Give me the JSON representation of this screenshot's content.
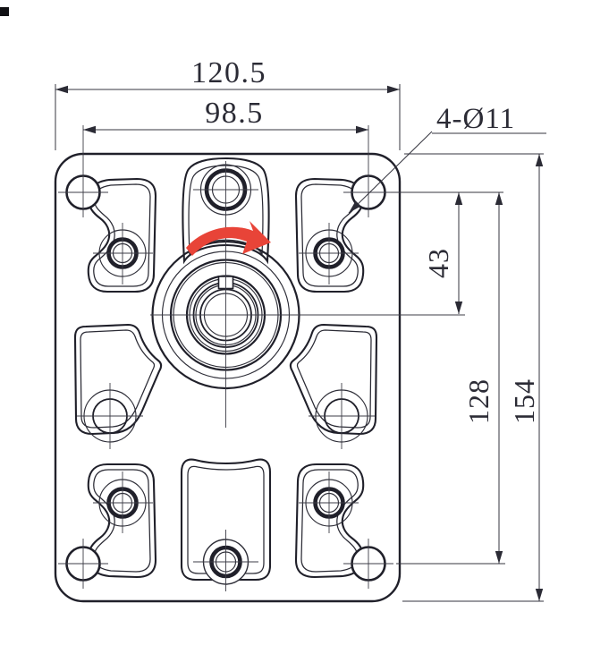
{
  "drawing": {
    "title": "Gear pump mounting flange - front view",
    "canvas_background": "#ffffff",
    "colors": {
      "outline": "#20202a",
      "dimension_lines": "#35353f",
      "rotation_arrow": "#e84438"
    },
    "dimensions": {
      "overall_width": "120.5",
      "upper_hole_span": "98.5",
      "mounting_hole_callout": "4-Ø11",
      "upper_holes_to_shaft_center": "43",
      "hole_span_vertical": "128",
      "overall_height": "154"
    }
  }
}
